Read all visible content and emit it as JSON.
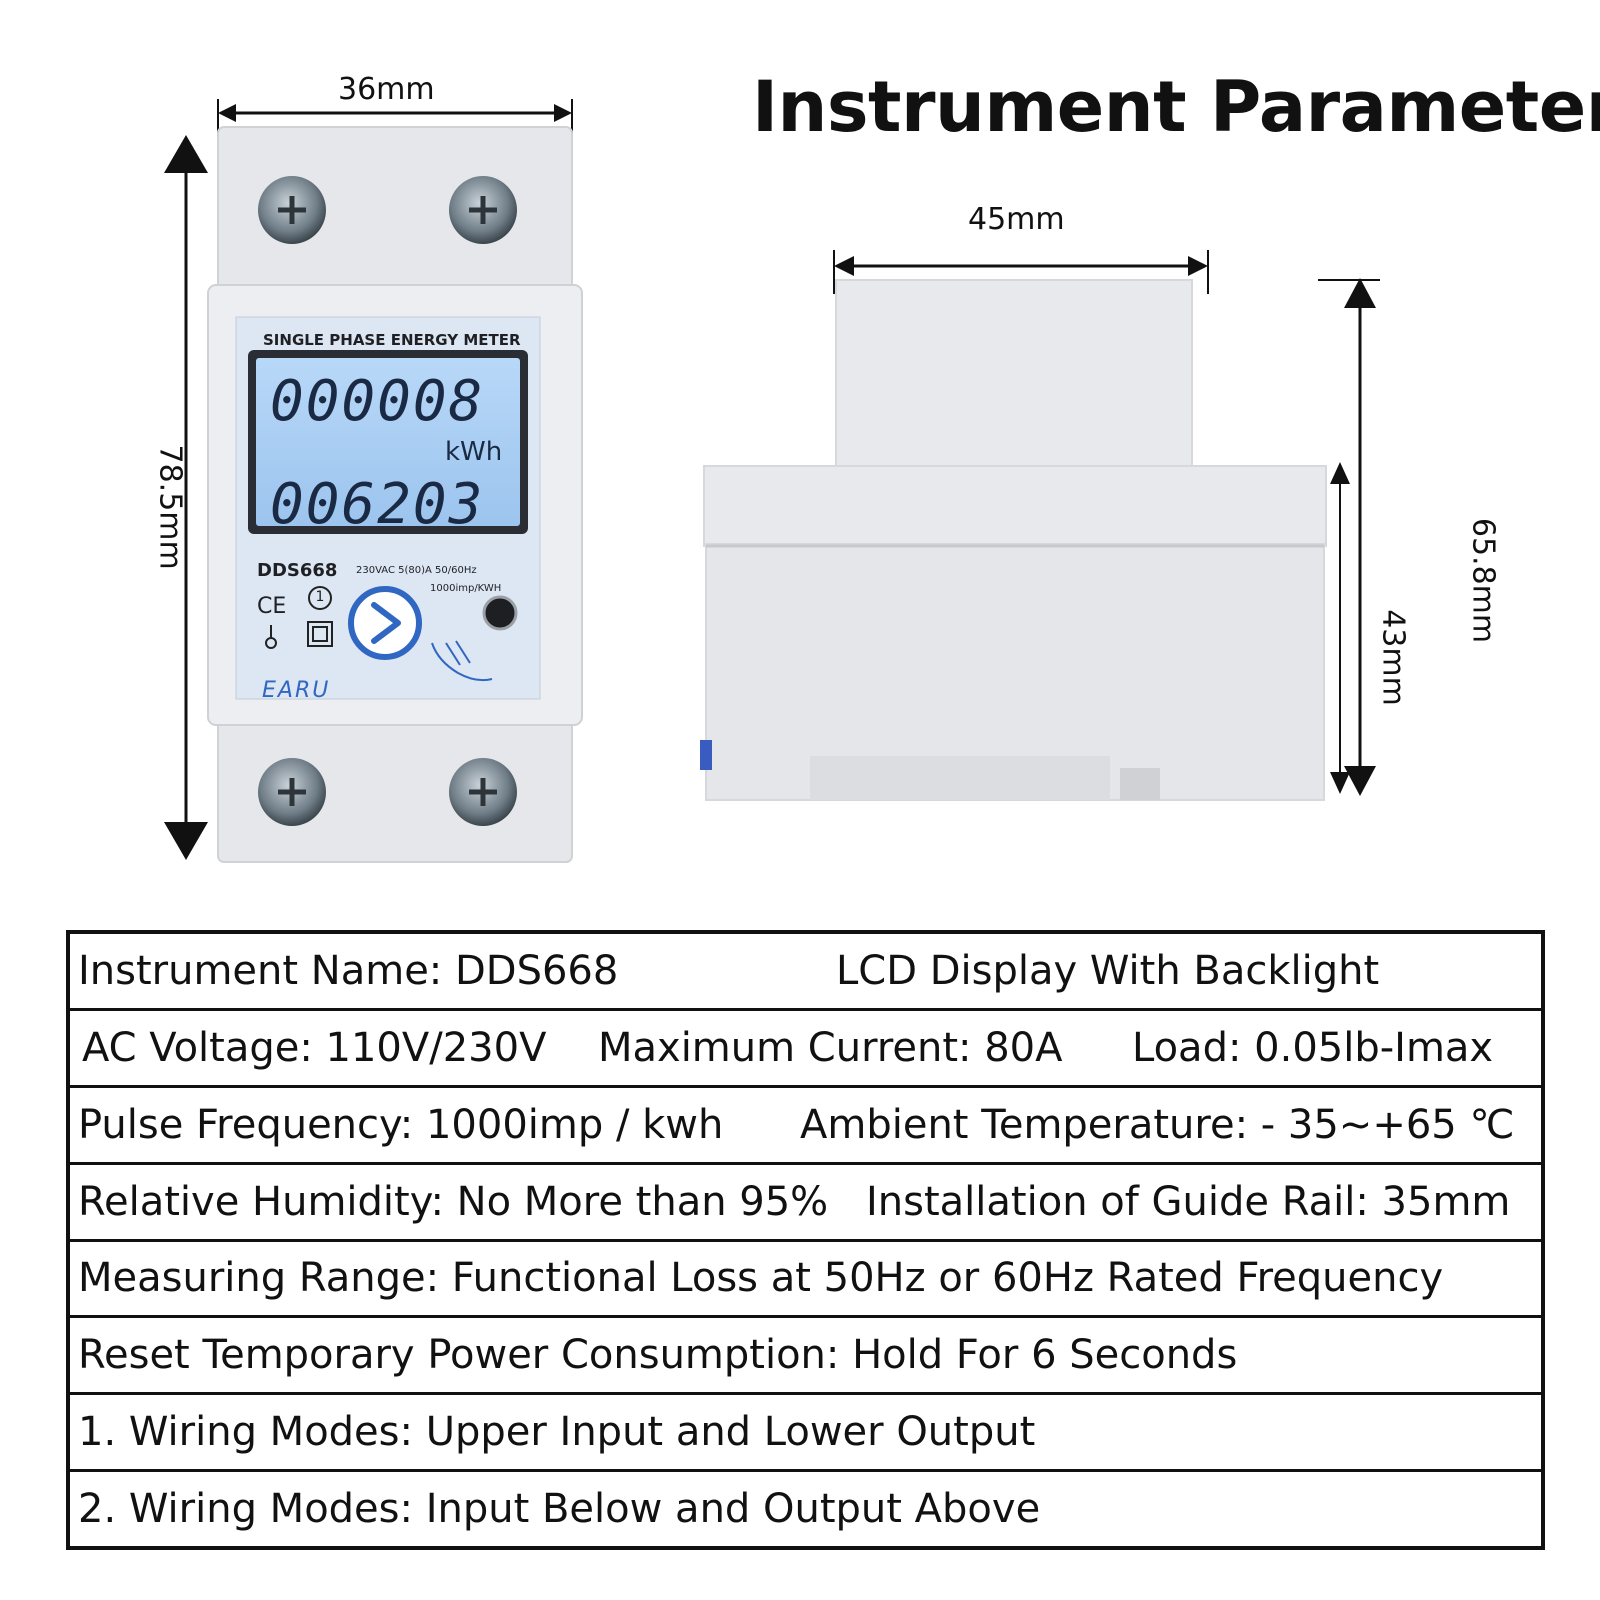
{
  "title": "Instrument Parameters",
  "dimensions": {
    "front_width": "36mm",
    "front_height": "78.5mm",
    "side_width": "45mm",
    "side_height_total": "65.8mm",
    "side_height_body": "43mm"
  },
  "meter": {
    "header": "SINGLE PHASE ENERGY METER",
    "reading_top": "000008",
    "unit": "kWh",
    "reading_bottom": "006203",
    "model": "DDS668",
    "rating_1": "230VAC  5(80)A  50/60Hz",
    "rating_2": "1000imp/KWH",
    "ce_mark": "CE",
    "class_mark": "1",
    "brand": "EARU"
  },
  "specs": {
    "row1": {
      "a": "Instrument Name: DDS668",
      "b": "LCD Display With Backlight"
    },
    "row2": {
      "a": "AC Voltage: 110V/230V",
      "b": "Maximum Current: 80A",
      "c": "Load: 0.05lb-Imax"
    },
    "row3": {
      "a": "Pulse Frequency: 1000imp / kwh",
      "b": "Ambient Temperature: - 35~+65 ℃"
    },
    "row4": {
      "a": "Relative Humidity: No More than 95%",
      "b": "Installation of Guide Rail: 35mm"
    },
    "row5": {
      "a": "Measuring Range: Functional Loss at 50Hz or 60Hz Rated Frequency"
    },
    "row6": {
      "a": "Reset Temporary Power Consumption: Hold For 6 Seconds"
    },
    "row7": {
      "a": "1. Wiring Modes: Upper Input and Lower Output"
    },
    "row8": {
      "a": "2. Wiring Modes: Input Below and Output Above"
    }
  },
  "colors": {
    "housing": "#e6e7ea",
    "housing_shadow": "#d3d5d9",
    "lcd_backlight": "#a9cdf3",
    "accent_blue": "#2f67c2",
    "text": "#111111"
  }
}
